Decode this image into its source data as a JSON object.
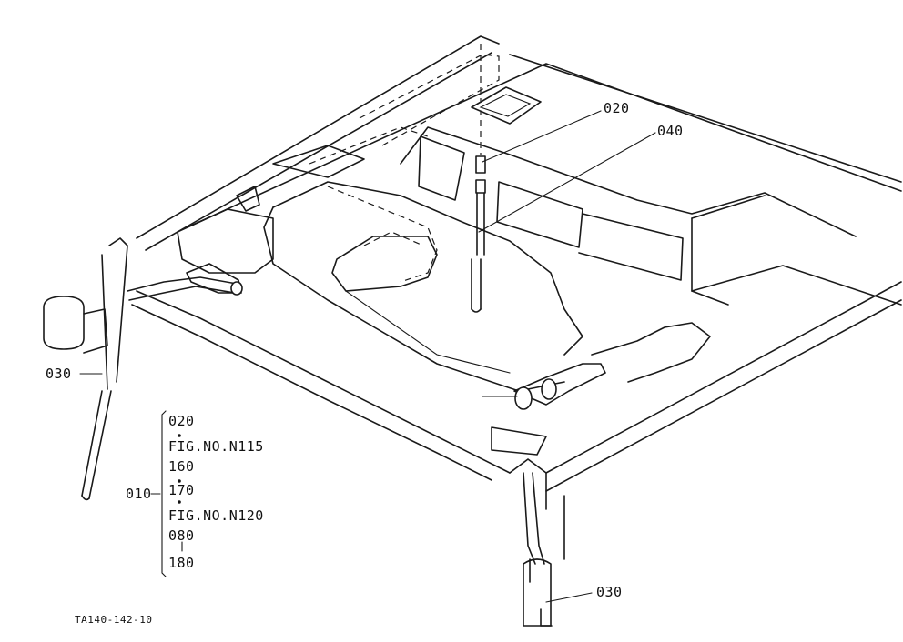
{
  "callouts": {
    "part_020": "020",
    "part_040": "040",
    "part_030_left": "030",
    "part_030_right": "030"
  },
  "legend": {
    "assembly": "010",
    "items": [
      "020",
      "FIG.NO.N115",
      "160",
      "170",
      "FIG.NO.N120",
      "080",
      "180"
    ]
  },
  "drawing_code": "TA140-142-10"
}
